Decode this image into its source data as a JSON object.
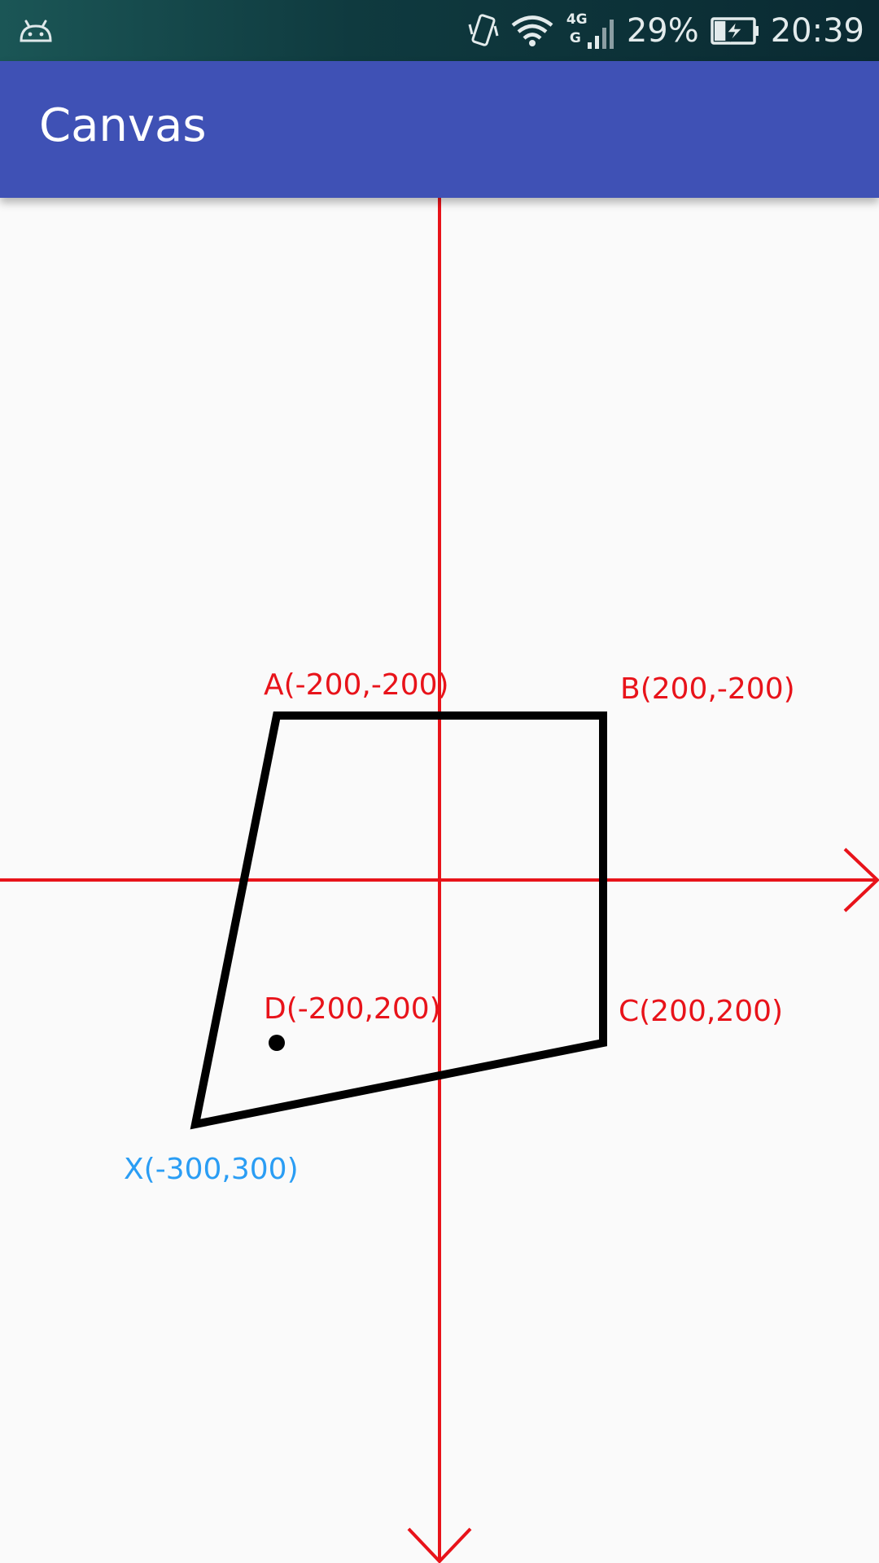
{
  "status_bar": {
    "notification_icon": "android-icon",
    "icons": [
      "vibrate-icon",
      "wifi-icon",
      "signal-4g-icon",
      "battery-charging-icon"
    ],
    "network_type_top": "4G",
    "network_type_bottom": "G",
    "battery_percent": "29%",
    "battery_level": 0.29,
    "time": "20:39"
  },
  "app_bar": {
    "title": "Canvas",
    "color": "#3f51b5"
  },
  "canvas": {
    "axis_color": "#e8131a",
    "shape_color": "#000000",
    "points": {
      "A": {
        "label": "A(-200,-200)",
        "color": "#e8131a"
      },
      "B": {
        "label": "B(200,-200)",
        "color": "#e8131a"
      },
      "C": {
        "label": "C(200,200)",
        "color": "#e8131a"
      },
      "D": {
        "label": "D(-200,200)",
        "color": "#e8131a"
      },
      "X": {
        "label": "X(-300,300)",
        "color": "#2a9df4"
      }
    }
  }
}
